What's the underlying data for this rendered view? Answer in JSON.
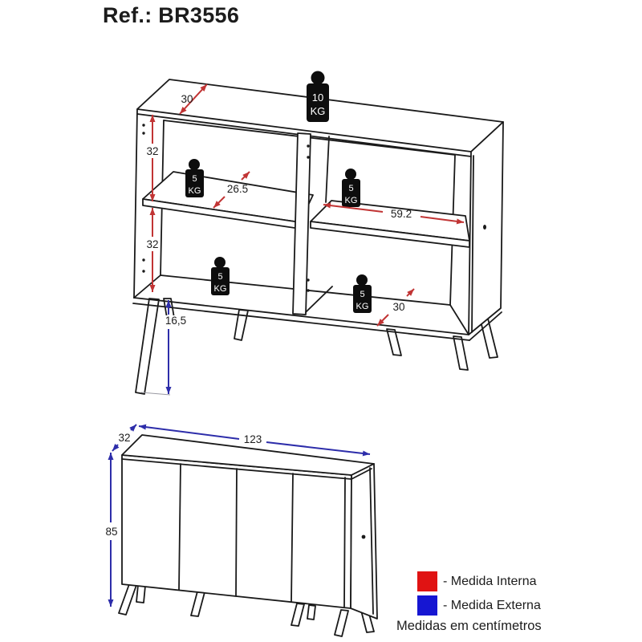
{
  "title": "Ref.: BR3556",
  "colors": {
    "legend_internal_red": "#e01313",
    "legend_external_blue": "#1616d2",
    "arrow_red": "#c13434",
    "arrow_blue": "#2d2daa",
    "line_black": "#1a1a1a"
  },
  "top_view": {
    "dims": {
      "top_depth": "30",
      "upper_section_height": "32",
      "lower_section_height": "32",
      "left_shelf_depth": "26.5",
      "right_shelf_width": "59.2",
      "bottom_depth": "30",
      "leg_height": "16,5"
    },
    "weights": {
      "top": {
        "value": "10",
        "unit": "KG"
      },
      "left_shelf": {
        "value": "5",
        "unit": "KG"
      },
      "right_shelf": {
        "value": "5",
        "unit": "KG"
      },
      "left_bottom": {
        "value": "5",
        "unit": "KG"
      },
      "right_bottom": {
        "value": "5",
        "unit": "KG"
      }
    }
  },
  "front_view": {
    "dims": {
      "width": "123",
      "depth": "32",
      "height": "85"
    }
  },
  "legend": {
    "internal_label": "- Medida Interna",
    "external_label": "- Medida Externa",
    "units_note": "Medidas em centímetros"
  }
}
